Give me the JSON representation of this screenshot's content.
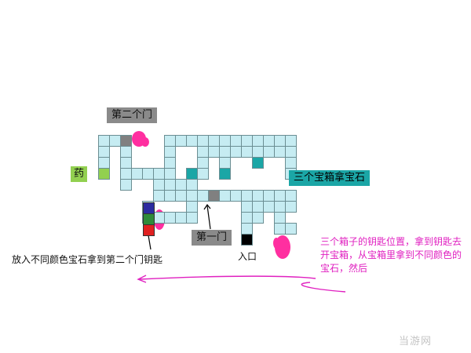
{
  "labels": {
    "second_door": "第二个门",
    "first_door": "第一门",
    "medicine": "药",
    "chests": "三个宝箱拿宝石",
    "entrance": "入口",
    "instruction": "放入不同颜色宝石拿到第二个门钥匙",
    "note": "三个箱子的钥匙位置，拿到钥匙去开宝箱，从宝箱里拿到不同颜色的宝石，然后",
    "watermark": "当游网"
  },
  "colors": {
    "path": "#c6ecf2",
    "door": "#808080",
    "chest": "#1ba6a6",
    "medicine": "#92d050",
    "entrance": "#000000",
    "gem_blue": "#2b2ba0",
    "gem_green": "#2e8b3a",
    "gem_red": "#e02020",
    "annotation": "#e020c0"
  },
  "icons": [
    "key-mark-icon",
    "arrow-icon",
    "gem-slot-icon"
  ]
}
